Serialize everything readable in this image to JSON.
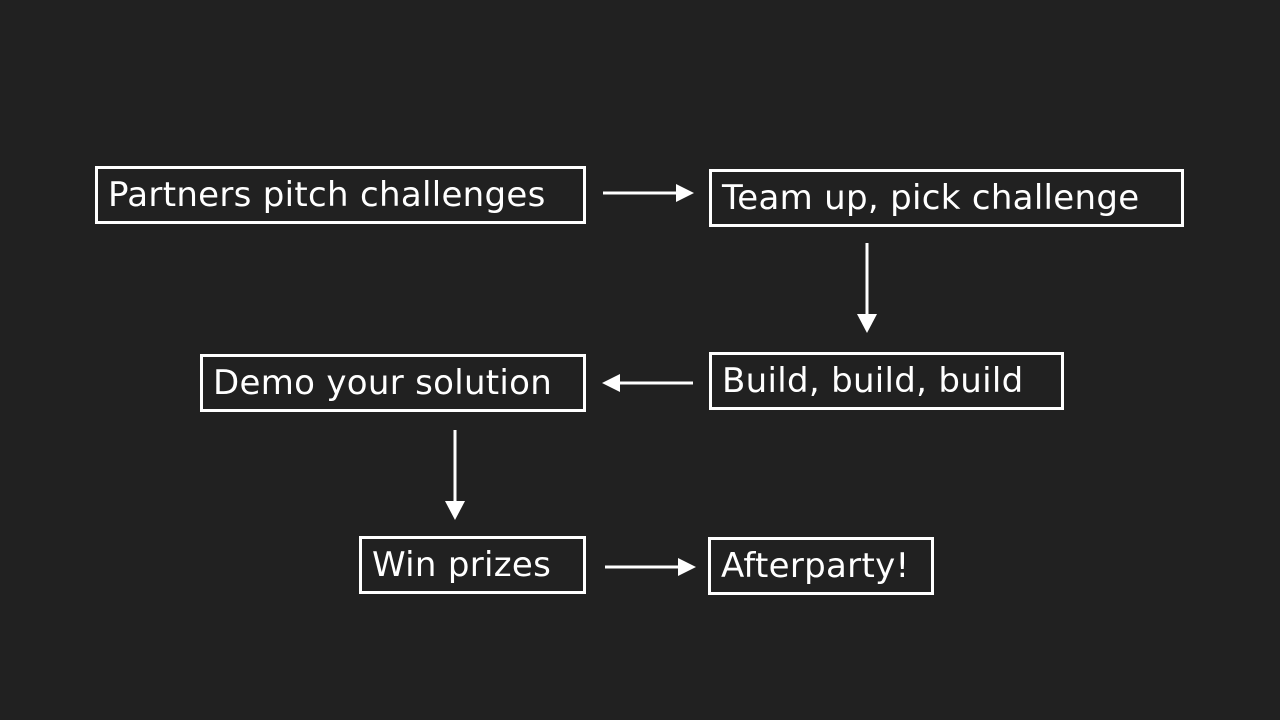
{
  "flow": {
    "steps": [
      "Partners pitch challenges",
      "Team up, pick challenge",
      "Build, build, build",
      "Demo your solution",
      "Win prizes",
      "Afterparty!"
    ]
  },
  "colors": {
    "background": "#212121",
    "foreground": "#ffffff"
  }
}
